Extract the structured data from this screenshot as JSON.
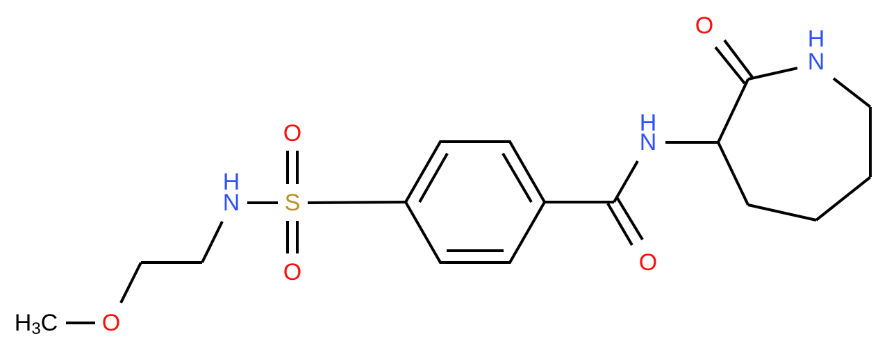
{
  "molecule": {
    "atoms": {
      "methyl": {
        "h": "H",
        "sub": "3",
        "c": "C"
      },
      "ether_o": "O",
      "sulfonamide_n": "N",
      "sulfonamide_h": "H",
      "sulfur": "S",
      "sulfonyl_o_top": "O",
      "sulfonyl_o_bottom": "O",
      "amide_o": "O",
      "amide_n": "N",
      "amide_h": "H",
      "lactam_o": "O",
      "lactam_n": "N",
      "lactam_h": "H"
    },
    "colors": {
      "carbon": "#000000",
      "nitrogen": "#3050F8",
      "oxygen": "#FF0D0D",
      "sulfur": "#B8922A"
    }
  }
}
